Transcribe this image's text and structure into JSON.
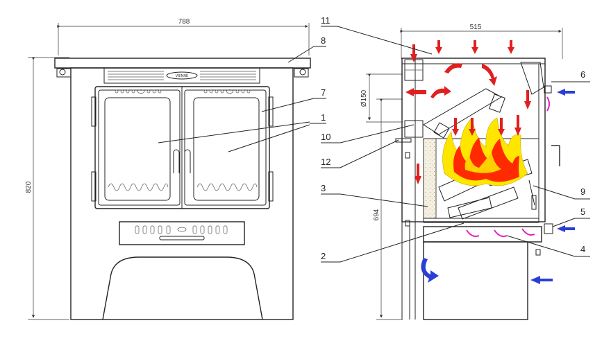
{
  "brand": "VIENNE",
  "dimensions": {
    "front_width": "788",
    "front_height": "820",
    "side_width": "515",
    "flue_diameter": "Ø150",
    "side_height": "694"
  },
  "callouts": {
    "n1": "1",
    "n2": "2",
    "n3": "3",
    "n4": "4",
    "n5": "5",
    "n6": "6",
    "n7": "7",
    "n8": "8",
    "n9": "9",
    "n10": "10",
    "n11": "11",
    "n12": "12"
  },
  "colors": {
    "hot_air": "#e02020",
    "cold_air": "#2a3fd6",
    "flame_outer": "#ffe600",
    "flame_inner": "#ff2a00",
    "log": "#e6e6e6",
    "lining": "#f6f0e2"
  }
}
